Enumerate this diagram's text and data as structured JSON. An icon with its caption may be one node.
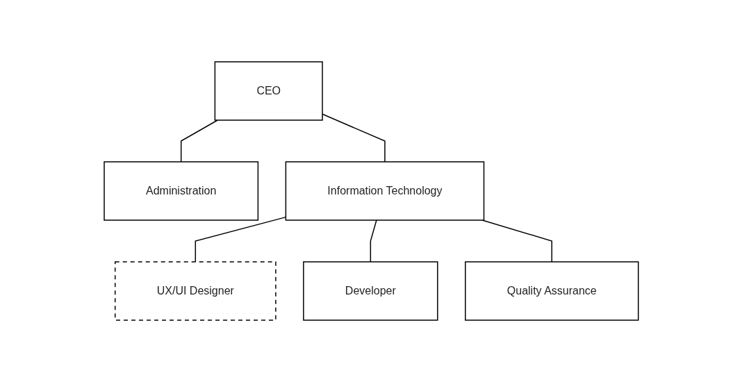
{
  "diagram": {
    "nodes": [
      {
        "text": [
          "CEO"
        ]
      },
      {
        "text": [
          "Administration"
        ]
      },
      {
        "text": [
          "Information Technology"
        ]
      },
      {
        "text": [
          "UX/UI Designer"
        ]
      },
      {
        "text": [
          "Developer"
        ]
      },
      {
        "text": [
          "Quality Assurance"
        ]
      }
    ],
    "edges": [
      {
        "from": 0,
        "to": 1,
        "arrow": "none"
      },
      {
        "from": 0,
        "to": 2,
        "arrow": "none"
      },
      {
        "from": 2,
        "to": 3,
        "arrow": "none"
      },
      {
        "from": 2,
        "to": 4,
        "arrow": "none"
      },
      {
        "from": 2,
        "to": 5,
        "arrow": "none"
      }
    ]
  }
}
